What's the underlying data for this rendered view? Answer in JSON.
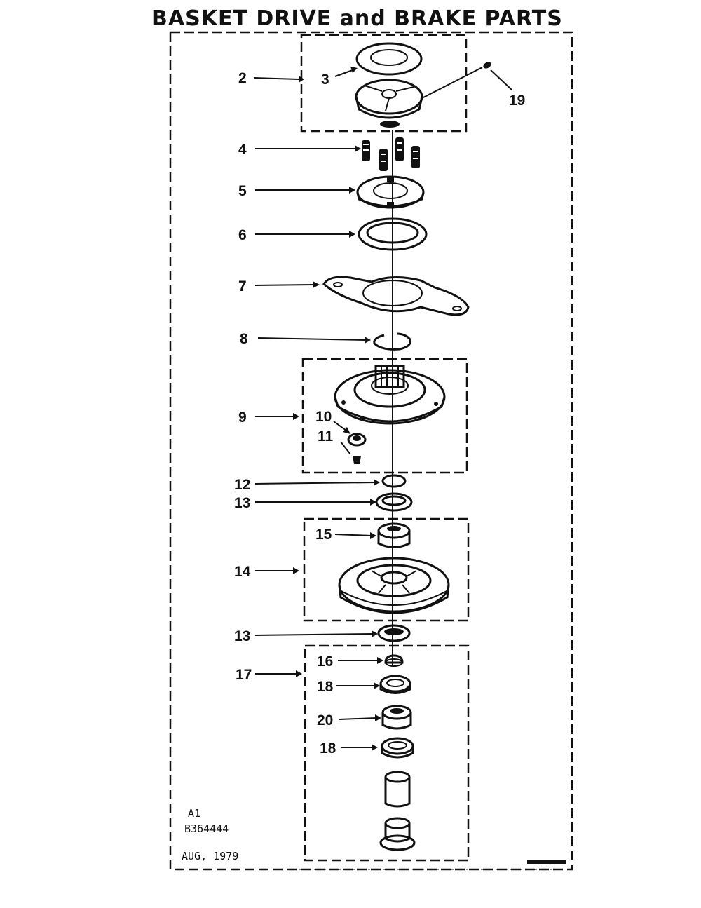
{
  "title": "BASKET DRIVE and BRAKE PARTS",
  "callouts": {
    "c2": "2",
    "c3": "3",
    "c4": "4",
    "c5": "5",
    "c6": "6",
    "c7": "7",
    "c8": "8",
    "c9": "9",
    "c10": "10",
    "c11": "11",
    "c12": "12",
    "c13a": "13",
    "c14": "14",
    "c15": "15",
    "c13b": "13",
    "c16": "16",
    "c17": "17",
    "c18a": "18",
    "c19": "19",
    "c20": "20",
    "c18b": "18"
  },
  "footer": {
    "a1": "A1",
    "part_number": "B364444",
    "date": "AUG, 1979"
  }
}
